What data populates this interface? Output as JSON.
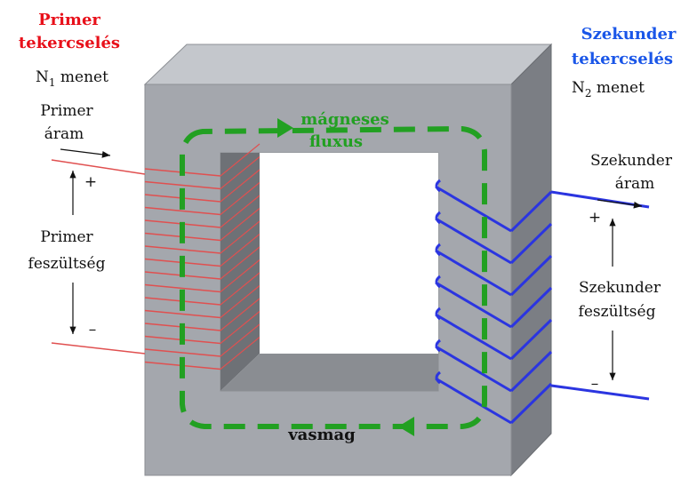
{
  "primary": {
    "title_line1": "Primer",
    "title_line2": "tekercselés",
    "turns_prefix": "N",
    "turns_sub": "1",
    "turns_suffix": " menet",
    "current_line1": "Primer",
    "current_line2": "áram",
    "voltage_line1": "Primer",
    "voltage_line2": "feszültség",
    "plus": "+",
    "minus": "–",
    "color": "#e8101a",
    "wire_color": "#e05050"
  },
  "secondary": {
    "title_line1": "Szekunder",
    "title_line2": "tekercselés",
    "turns_prefix": "N",
    "turns_sub": "2",
    "turns_suffix": " menet",
    "current_line1": "Szekunder",
    "current_line2": "áram",
    "voltage_line1": "Szekunder",
    "voltage_line2": "feszültség",
    "plus": "+",
    "minus": "–",
    "color": "#1a56e8",
    "wire_color": "#2b35e0"
  },
  "flux": {
    "label_line1": "mágneses",
    "label_line2": "fluxus",
    "color": "#22a022"
  },
  "core": {
    "label": "vasmag",
    "front_color": "#a4a7ad",
    "top_color": "#c4c7cc",
    "side_color": "#7b7e84"
  }
}
